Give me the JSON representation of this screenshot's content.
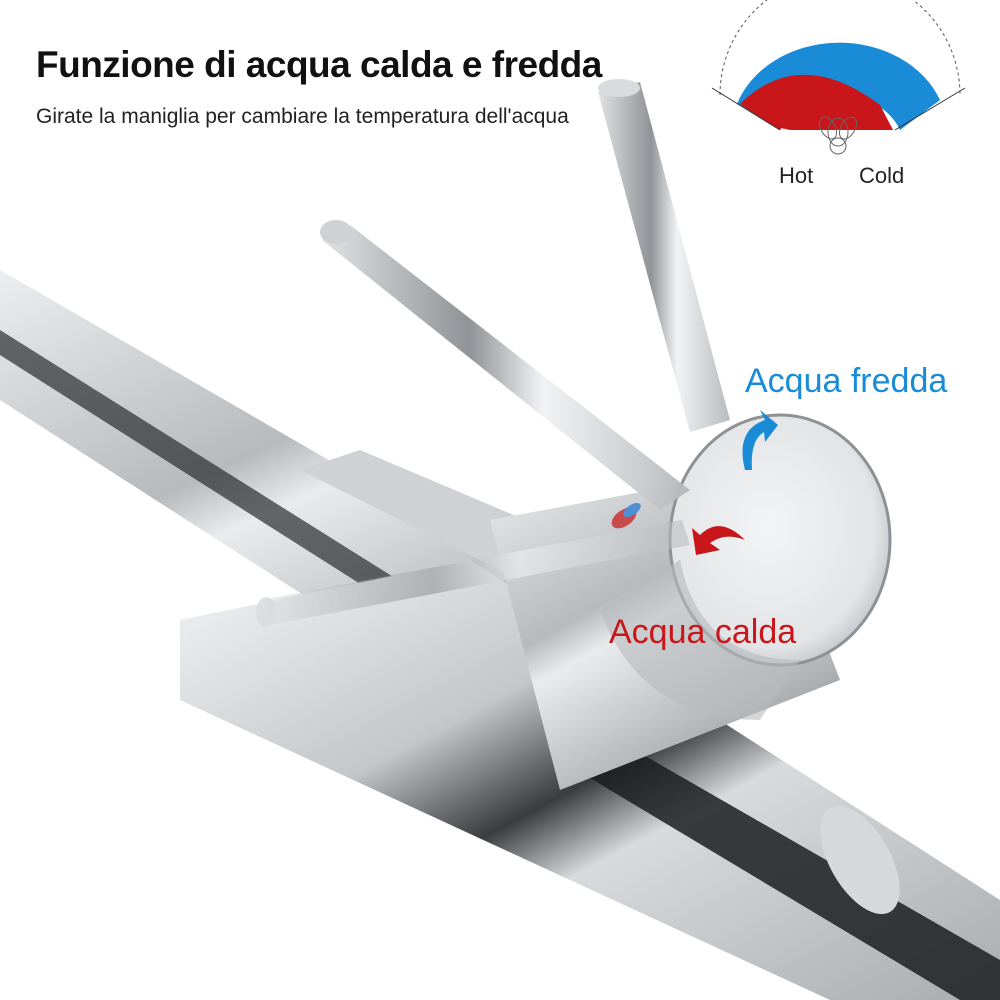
{
  "header": {
    "title": "Funzione di acqua calda e fredda",
    "subtitle": "Girate la maniglia per cambiare la temperatura dell'acqua"
  },
  "dial_diagram": {
    "hot_label": "Hot",
    "cold_label": "Cold",
    "hot_color": "#c8161a",
    "cold_color": "#1a8bd6"
  },
  "annotations": {
    "cold_water": "Acqua fredda",
    "hot_water": "Acqua calda",
    "cold_arrow_icon": "curved-arrow-up-right",
    "hot_arrow_icon": "curved-arrow-down-left"
  },
  "product": {
    "name": "chrome single-lever faucet"
  }
}
